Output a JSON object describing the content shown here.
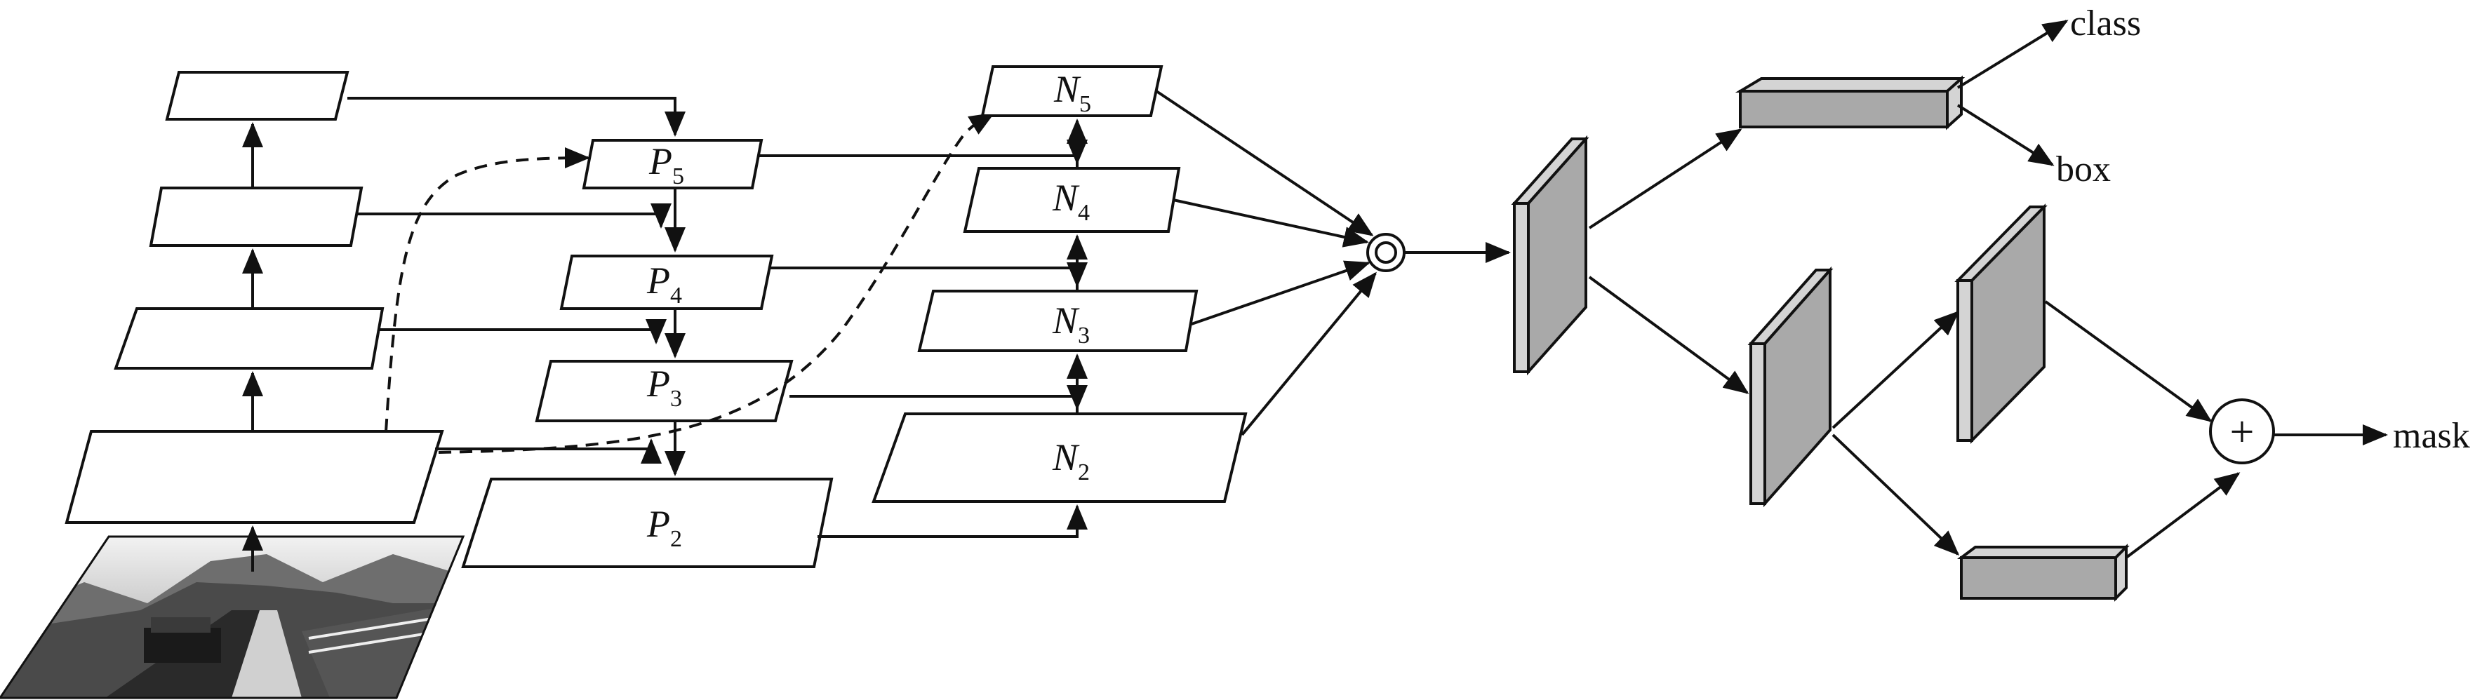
{
  "pyramid": {
    "P5": {
      "base": "P",
      "sub": "5"
    },
    "P4": {
      "base": "P",
      "sub": "4"
    },
    "P3": {
      "base": "P",
      "sub": "3"
    },
    "P2": {
      "base": "P",
      "sub": "2"
    }
  },
  "bottom_up": {
    "N5": {
      "base": "N",
      "sub": "5"
    },
    "N4": {
      "base": "N",
      "sub": "4"
    },
    "N3": {
      "base": "N",
      "sub": "3"
    },
    "N2": {
      "base": "N",
      "sub": "2"
    }
  },
  "outputs": {
    "class": "class",
    "box": "box",
    "mask": "mask"
  },
  "symbols": {
    "add": "+"
  },
  "input_image": {
    "description_icon": "road-landscape-photo"
  },
  "colors": {
    "block_face": "#a9a9a9",
    "block_side": "#d4d4d4",
    "line": "#111111"
  }
}
